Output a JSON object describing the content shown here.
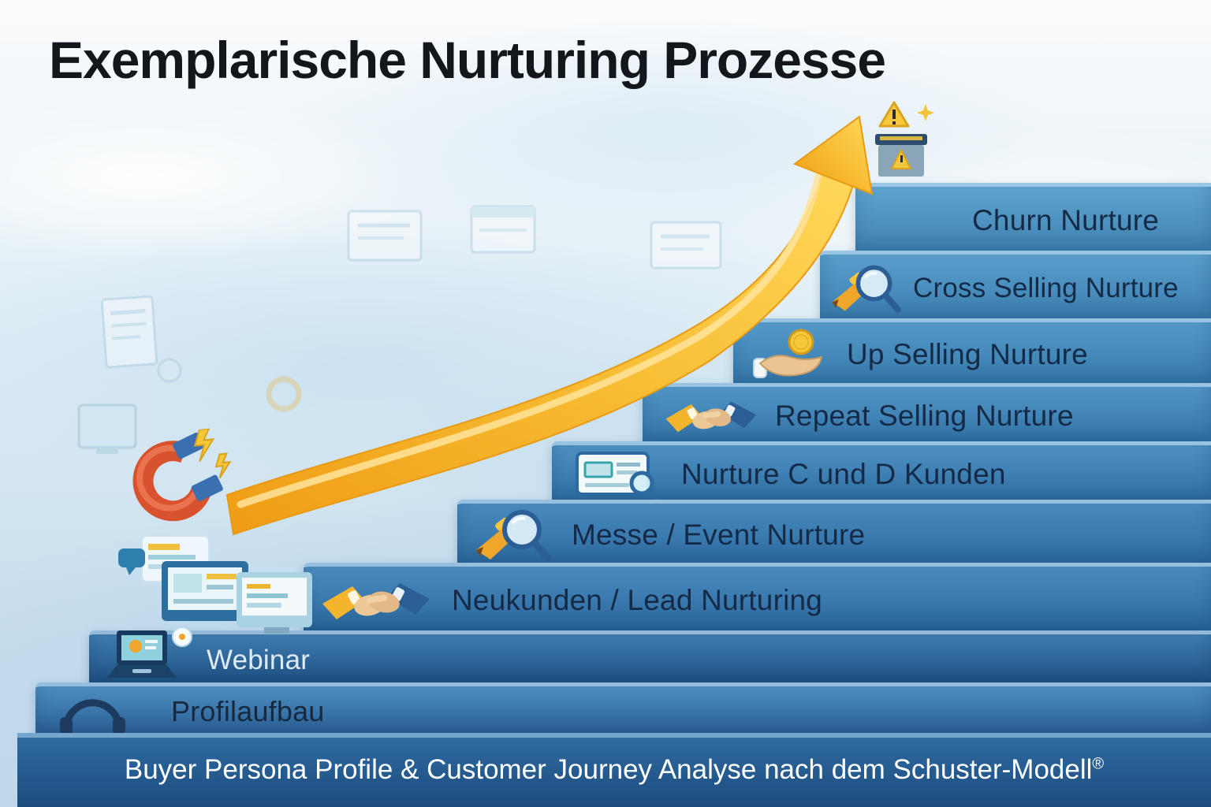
{
  "title": "Exemplarische Nurturing Prozesse",
  "base": {
    "caption": "Buyer Persona Profile & Customer Journey Analyse nach dem Schuster-Modell",
    "mark": "®"
  },
  "steps": [
    {
      "label": "Profilaufbau",
      "icon": "headset-icon"
    },
    {
      "label": "Webinar",
      "icon": "laptop-webinar-icon"
    },
    {
      "label": "Neukunden / Lead Nurturing",
      "icon": "handshake-icon"
    },
    {
      "label": "Messe / Event Nurture",
      "icon": "magnifier-pen-icon"
    },
    {
      "label": "Nurture C und D Kunden",
      "icon": "document-magnifier-icon"
    },
    {
      "label": "Repeat Selling Nurture",
      "icon": "handshake-icon"
    },
    {
      "label": "Up Selling Nurture",
      "icon": "hand-coin-icon"
    },
    {
      "label": "Cross Selling Nurture",
      "icon": "magnifier-pen-icon"
    },
    {
      "label": "Churn Nurture",
      "icon": "warning-package-icon"
    }
  ],
  "decorations": {
    "growth_arrow": "gold-growth-arrow",
    "lead_magnet": "magnet-icon",
    "colors": {
      "arrow_gold": "#f6b832",
      "step_blue": "#4489bd",
      "deep_blue": "#1e4f83",
      "text_dark": "#142a47",
      "text_light": "#ffffff"
    }
  }
}
